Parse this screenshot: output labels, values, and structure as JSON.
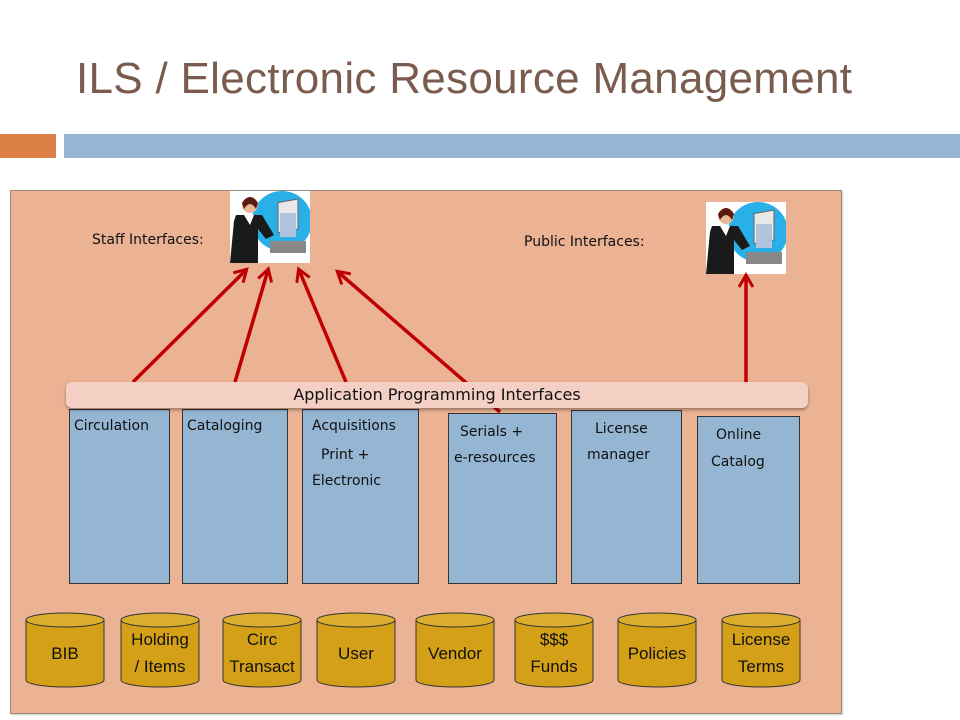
{
  "title": "ILS / Electronic Resource Management",
  "staff_label": "Staff Interfaces:",
  "public_label": "Public Interfaces:",
  "api_label": "Application Programming Interfaces",
  "modules": {
    "circulation": "Circulation",
    "cataloging": "Cataloging",
    "acquisitions": [
      "Acquisitions",
      "Print +",
      "Electronic"
    ],
    "serials": [
      "Serials +",
      "e-resources"
    ],
    "license_manager": [
      "License",
      "manager"
    ],
    "online_catalog": [
      "Online",
      "Catalog"
    ]
  },
  "databases": {
    "bib": [
      "BIB"
    ],
    "holding": [
      "Holding",
      "/ Items"
    ],
    "circ": [
      "Circ",
      "Transact"
    ],
    "user": [
      "User"
    ],
    "vendor": [
      "Vendor"
    ],
    "funds": [
      "$$$",
      "Funds"
    ],
    "policies": [
      "Policies"
    ],
    "license_terms": [
      "License",
      "Terms"
    ]
  },
  "colors": {
    "title": "#7a5c4e",
    "accent_orange": "#dd8047",
    "accent_blue": "#94b6d2",
    "panel": "#ebb394",
    "module": "#94b6d2",
    "database": "#d4a017",
    "arrow": "#c00000"
  },
  "icons": {
    "staff": "person-at-computer-icon",
    "public": "person-at-computer-icon"
  }
}
